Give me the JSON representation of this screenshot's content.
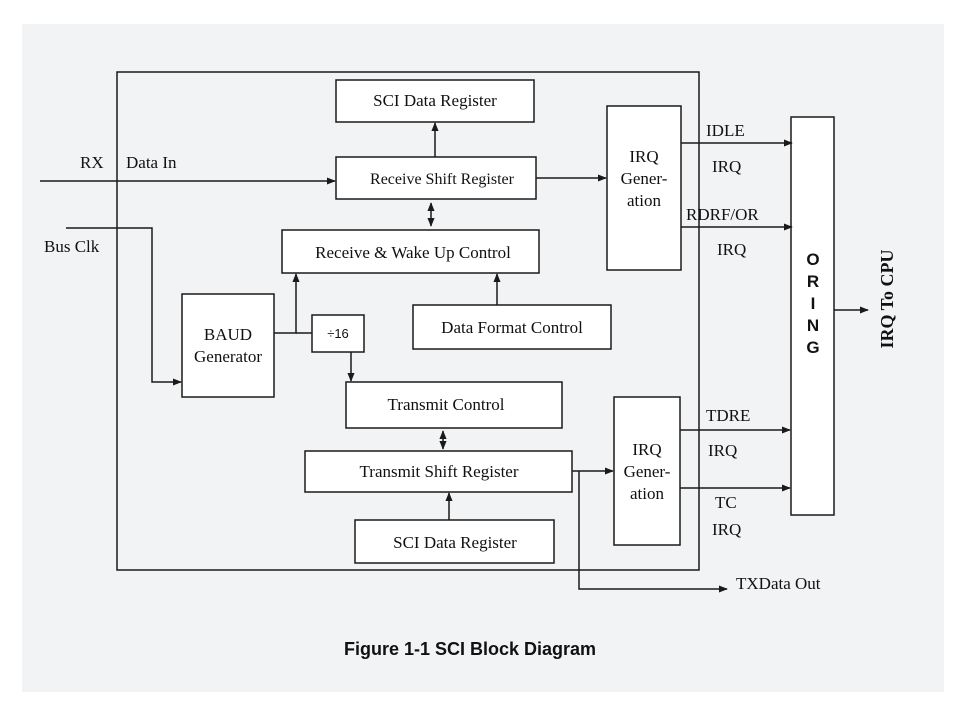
{
  "blocks": {
    "sci_data_register_top": "SCI Data Register",
    "receive_shift_register": "Receive Shift Register",
    "receive_wakeup_control": "Receive & Wake Up Control",
    "baud_generator_line1": "BAUD",
    "baud_generator_line2": "Generator",
    "divide_by_16": "÷16",
    "data_format_control": "Data Format Control",
    "transmit_control": "Transmit Control",
    "transmit_shift_register": "Transmit Shift Register",
    "sci_data_register_bottom": "SCI Data Register",
    "irq_gen_top": [
      "IRQ",
      "Gener-",
      "ation"
    ],
    "irq_gen_bottom": [
      "IRQ",
      "Gener-",
      "ation"
    ],
    "oring": [
      "O",
      "R",
      "I",
      "N",
      "G"
    ]
  },
  "signals": {
    "rx": "RX",
    "data_in": "Data In",
    "bus_clk": "Bus Clk",
    "idle": "IDLE",
    "idle_irq": "IRQ",
    "rdrf_or": "RDRF/OR",
    "rdrf_irq": "IRQ",
    "tdre": "TDRE",
    "tdre_irq": "IRQ",
    "tc": "TC",
    "tc_irq": "IRQ",
    "txdata_out": "TXData Out",
    "irq_to_cpu": "IRQ To CPU"
  },
  "caption": "Figure 1-1  SCI Block Diagram",
  "colors": {
    "page": "#ffffff",
    "paper": "#f2f3f5",
    "ink": "#1a1a1a"
  }
}
